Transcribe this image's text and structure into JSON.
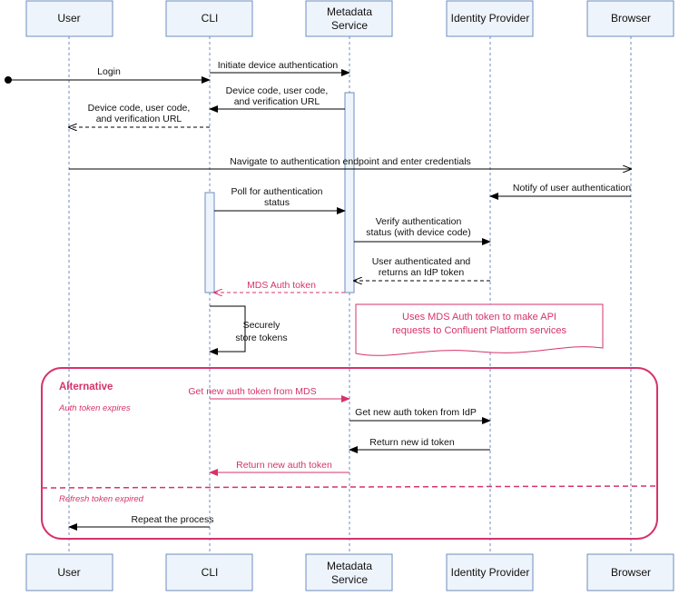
{
  "participants": [
    {
      "id": "user",
      "lines": [
        "User"
      ]
    },
    {
      "id": "cli",
      "lines": [
        "CLI"
      ]
    },
    {
      "id": "mds",
      "lines": [
        "Metadata",
        "Service"
      ]
    },
    {
      "id": "idp",
      "lines": [
        "Identity Provider"
      ]
    },
    {
      "id": "browser",
      "lines": [
        "Browser"
      ]
    }
  ],
  "messages": {
    "login": "Login",
    "initiate": "Initiate device authentication",
    "device_code_reply_1": [
      "Device code, user code,",
      "and verification URL"
    ],
    "device_code_reply_2": [
      "Device code, user code,",
      "and verification URL"
    ],
    "navigate": "Navigate to authentication endpoint and enter credentials",
    "notify": "Notify of user authentication",
    "poll": [
      "Poll for authentication",
      "status"
    ],
    "verify": [
      "Verify authentication",
      "status (with device code)"
    ],
    "authenticated": [
      "User authenticated and",
      "returns an IdP token"
    ],
    "mds_token": "MDS Auth token",
    "store": [
      "Securely",
      "store tokens"
    ],
    "note": [
      "Uses MDS Auth token to make API",
      "requests to Confluent Platform services"
    ]
  },
  "alternative": {
    "title": "Alternative",
    "condition_1": "Auth token expires",
    "condition_2": "Refresh token expired",
    "get_from_mds": "Get new auth token from MDS",
    "get_from_idp": "Get new auth token from IdP",
    "return_id_token": "Return new id token",
    "return_auth_token": "Return new auth token",
    "repeat": "Repeat the process"
  },
  "colors": {
    "box_fill": "#eef4fb",
    "box_stroke": "#6c8ebf",
    "accent": "#d6336c",
    "line": "#000000"
  }
}
